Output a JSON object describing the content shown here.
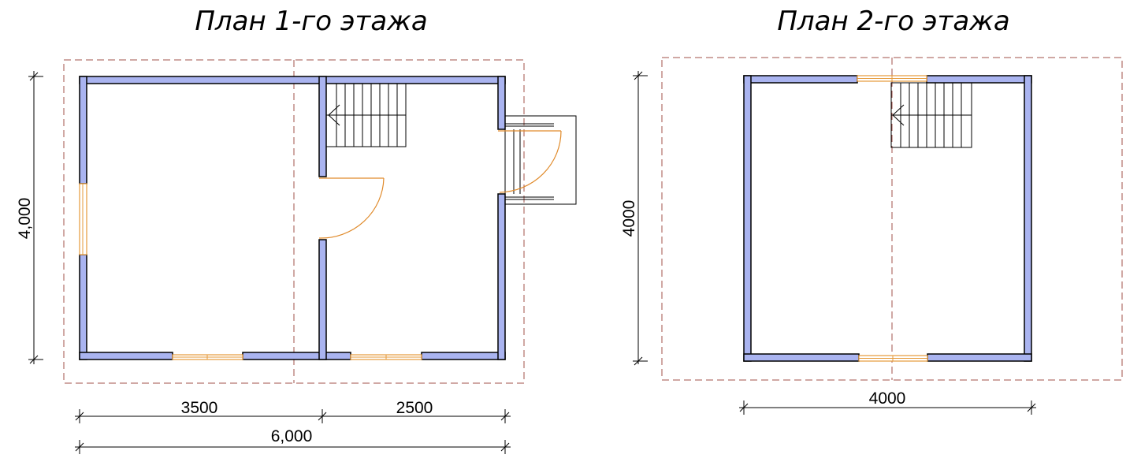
{
  "plan1": {
    "title": "План 1-го этажа",
    "dim_height": "4,000",
    "dim_left": "3500",
    "dim_right": "2500",
    "dim_total": "6,000"
  },
  "plan2": {
    "title": "План 2-го этажа",
    "dim_height": "4000",
    "dim_width": "4000"
  },
  "colors": {
    "wall": "#aab4f0",
    "roof_outline": "#a0504a",
    "window": "#e59a3a"
  }
}
